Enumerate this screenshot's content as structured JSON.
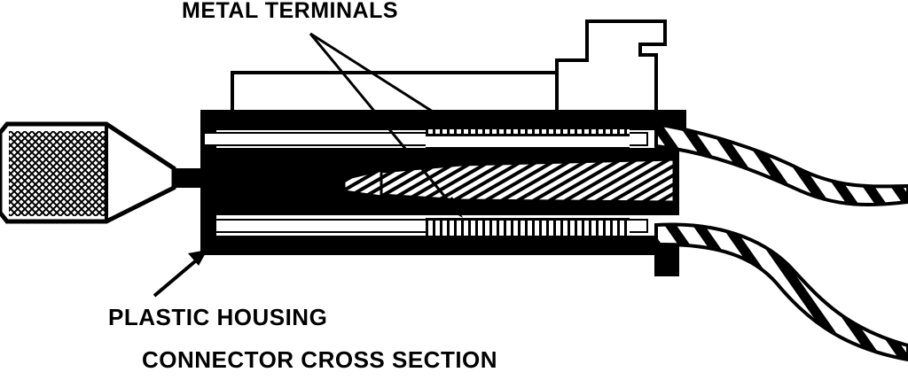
{
  "labels": {
    "metal_terminals": "METAL TERMINALS",
    "plastic_housing": "PLASTIC HOUSING",
    "caption": "CONNECTOR CROSS SECTION"
  },
  "colors": {
    "ink": "#000000",
    "paper": "#ffffff"
  }
}
